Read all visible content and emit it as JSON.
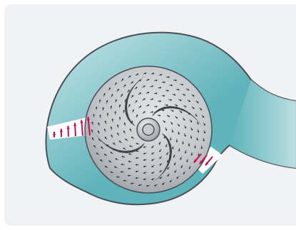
{
  "diagram": {
    "kind": "centrifugal-pump-cross-section",
    "colors": {
      "background": "#ffffff",
      "panel": "#f1f2f3",
      "volute_dark": "#5fb3ba",
      "volute_light": "#c9e7ea",
      "casing_outline": "#4a4f55",
      "impeller_light": "#e3e4e6",
      "impeller_dark": "#8d9196",
      "vane": "#3f4347",
      "hub": "#9aa0a5",
      "flow_arrow": "#c8104a",
      "field_arrow": "#2a2d31",
      "gap_cut": "#ffffff"
    },
    "vane_count": 4,
    "inlet_arrow_count": 6,
    "outlet_arrow_count": 3
  }
}
